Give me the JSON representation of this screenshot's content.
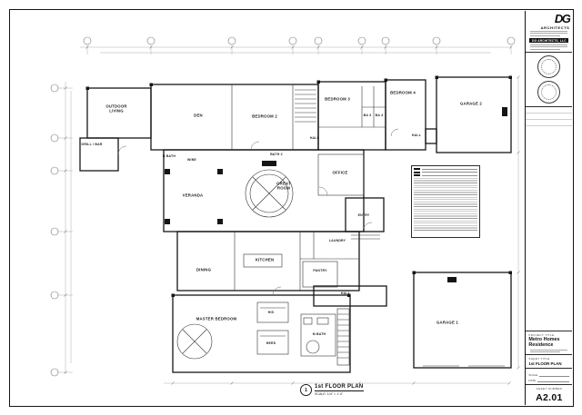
{
  "titleblock": {
    "logo": "DG",
    "firm": "ARCHITECTS",
    "firm_bar": "DG ARCHITECTS, LLC",
    "project_label": "PROJECT TITLE",
    "project_line1": "Metro Homes",
    "project_line2": "Residence",
    "sheet_title_label": "SHEET TITLE",
    "sheet_title_value": "1st FLOOR PLAN",
    "scale_label": "SCALE",
    "date_label": "DATE",
    "sheet_number_label": "SHEET NUMBER",
    "sheet_number": "A2.01"
  },
  "plan_title": {
    "bubble": "1",
    "title": "1st FLOOR PLAN",
    "scale": "SCALE: 1/4\" = 1'-0\""
  },
  "rooms": [
    {
      "label": "OUTDOOR\nLIVING"
    },
    {
      "label": "GRILL / BAR"
    },
    {
      "label": "DEN"
    },
    {
      "label": "BEDROOM 2"
    },
    {
      "label": "BEDROOM 3"
    },
    {
      "label": "BEDROOM 4"
    },
    {
      "label": "GARAGE 2"
    },
    {
      "label": "H BATH"
    },
    {
      "label": "WINE"
    },
    {
      "label": "BATH 2"
    },
    {
      "label": "BA 3"
    },
    {
      "label": "BA 4"
    },
    {
      "label": "HALL"
    },
    {
      "label": "HALL"
    },
    {
      "label": "OFFICE"
    },
    {
      "label": "GREAT\nROOM"
    },
    {
      "label": "VERANDA"
    },
    {
      "label": "ENTRY"
    },
    {
      "label": "LAUNDRY"
    },
    {
      "label": "KITCHEN"
    },
    {
      "label": "DINING"
    },
    {
      "label": "PANTRY"
    },
    {
      "label": "HALL"
    },
    {
      "label": "MASTER BEDROOM"
    },
    {
      "label": "HIS"
    },
    {
      "label": "HERS"
    },
    {
      "label": "M BATH"
    },
    {
      "label": "GARAGE 1"
    }
  ],
  "colors": {
    "wall": "#161616",
    "interior": "#333333",
    "dimension": "#999999"
  }
}
